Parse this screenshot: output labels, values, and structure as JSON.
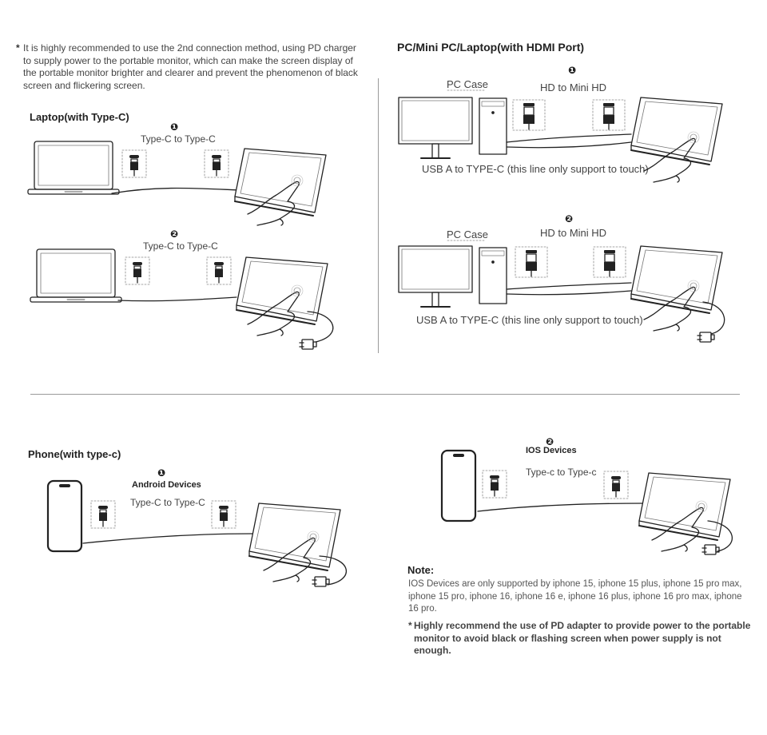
{
  "intro": {
    "bullet": "*",
    "text": "It is highly recommended to use the 2nd connection method, using PD charger to supply power to the portable monitor, which can make the screen display of the portable monitor brighter and clearer and prevent the phenomenon of black screen and flickering screen."
  },
  "laptop_section": {
    "title": "Laptop(with Type-C)",
    "method1": {
      "number": "❶",
      "cable": "Type-C to Type-C"
    },
    "method2": {
      "number": "❷",
      "cable": "Type-C to Type-C"
    }
  },
  "pc_section": {
    "title": "PC/Mini PC/Laptop(with HDMI Port)",
    "method1": {
      "number": "❶",
      "case_label": "PC Case",
      "cable": "HD to Mini HD",
      "usb_note": "USB A to TYPE-C (this line only support to touch)"
    },
    "method2": {
      "number": "❷",
      "case_label": "PC Case",
      "cable": "HD to Mini HD",
      "usb_note": "USB A to TYPE-C (this line only support to touch)"
    }
  },
  "phone_section": {
    "title": "Phone(with type-c)",
    "android": {
      "number": "❶",
      "device": "Android Devices",
      "cable": "Type-C to Type-C"
    },
    "ios": {
      "number": "❷",
      "device": "IOS Devices",
      "cable": "Type-c to Type-c"
    }
  },
  "note": {
    "title": "Note:",
    "body": "IOS Devices are only supported by iphone 15, iphone 15 plus, iphone 15 pro max, iphone 15 pro, iphone 16, iphone 16 e, iphone 16 plus, iphone 16 pro max, iphone 16 pro.",
    "bullet": "*",
    "emphasis": "Highly recommend the use of PD adapter to provide power to the portable monitor to avoid black or flashing screen when power supply is not enough."
  }
}
